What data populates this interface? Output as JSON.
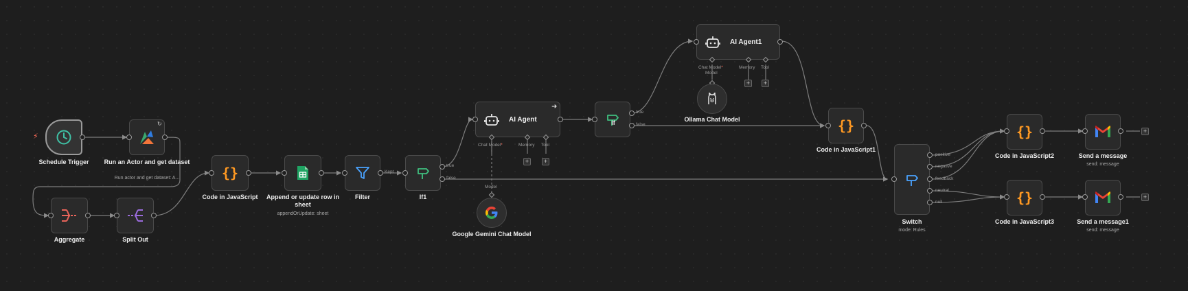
{
  "nodes": {
    "schedule_trigger": {
      "label": "Schedule Trigger"
    },
    "run_actor": {
      "label": "Run an Actor and get dataset",
      "sub": "Run actor and get dataset: A..."
    },
    "aggregate": {
      "label": "Aggregate"
    },
    "split_out": {
      "label": "Split Out"
    },
    "code_js": {
      "label": "Code in JavaScript"
    },
    "append_row": {
      "label": "Append or update row in sheet",
      "sub": "appendOrUpdate: sheet"
    },
    "filter": {
      "label": "Filter"
    },
    "if1": {
      "label": "If1",
      "out_true": "true",
      "out_false": "false"
    },
    "ai_agent": {
      "label": "AI Agent",
      "ports": {
        "chat_model": "Chat Model",
        "memory": "Memory",
        "tool": "Tool"
      }
    },
    "gemini": {
      "label": "Google Gemini Chat Model",
      "port_label": "Model"
    },
    "if": {
      "label": "If",
      "out_true": "true",
      "out_false": "false"
    },
    "ai_agent1": {
      "label": "AI Agent1",
      "ports": {
        "chat_model": "Chat Model",
        "model": "Model",
        "memory": "Memory",
        "tool": "Tool"
      }
    },
    "ollama": {
      "label": "Ollama Chat Model"
    },
    "code_js1": {
      "label": "Code in JavaScript1"
    },
    "switch": {
      "label": "Switch",
      "sub": "mode: Rules",
      "outputs": [
        "positive",
        "negative",
        "feedback",
        "neutral",
        "null"
      ]
    },
    "code_js2": {
      "label": "Code in JavaScript2"
    },
    "code_js3": {
      "label": "Code in JavaScript3"
    },
    "send_message": {
      "label": "Send a message",
      "sub": "send: message"
    },
    "send_message1": {
      "label": "Send a message1",
      "sub": "send: message"
    }
  },
  "edge_labels": {
    "kept": "Kept"
  },
  "required_mark": "*",
  "plus": "+",
  "icons": {
    "trigger": "lightning-icon",
    "schedule": "clock-icon",
    "actor": "apify-logo-icon",
    "aggregate": "aggregate-icon",
    "split_out": "split-out-icon",
    "code": "braces-icon",
    "sheets": "google-sheets-icon",
    "filter": "funnel-icon",
    "if": "signpost-icon",
    "agent": "robot-icon",
    "gemini": "google-g-icon",
    "ollama": "ollama-llama-icon",
    "switch": "switch-signpost-icon",
    "gmail": "gmail-icon"
  },
  "colors": {
    "background": "#1e1e1e",
    "node": "#2a2a2a",
    "wire": "#8a8a8a",
    "if_green": "#3fbf7f",
    "code_orange": "#ff9922",
    "switch_blue": "#4aa3ff",
    "required": "#ff6d5a"
  }
}
